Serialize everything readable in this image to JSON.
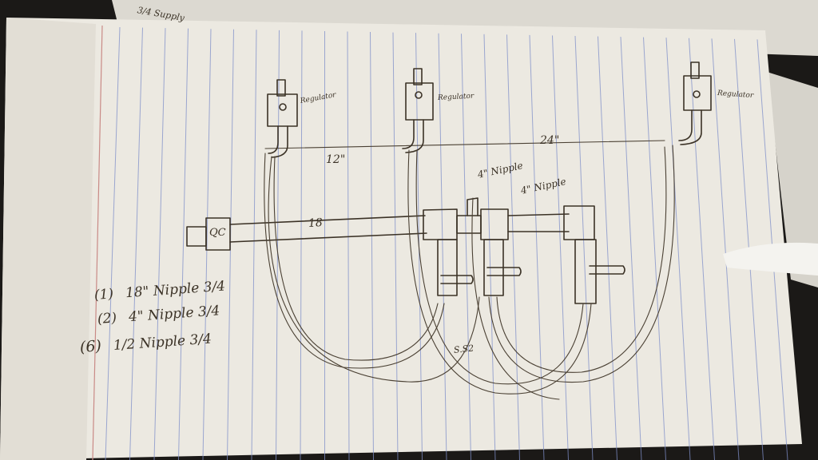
{
  "labels": {
    "top_note": "3/4 Supply",
    "regulator_left": "Regulator",
    "regulator_center": "Regulator",
    "regulator_right": "Regulator",
    "dim_24": "24\"",
    "dim_12": "12\"",
    "nipple_top": "4\" Nipple",
    "nipple_right": "4\" Nipple",
    "inlet": "QC",
    "pipe_18": "18",
    "ss2": "S.S2"
  },
  "parts_list": [
    {
      "qty": "(1)",
      "desc": "18\" Nipple 3/4"
    },
    {
      "qty": "(2)",
      "desc": "4\" Nipple 3/4"
    },
    {
      "qty": "(6)",
      "desc": "1/2 Nipple 3/4"
    }
  ],
  "colors": {
    "ink": "#3b3226",
    "paper": "#ece9e1",
    "rule_line": "#7f8fc9",
    "margin_line": "#c98a86",
    "background": "#1b1917"
  }
}
